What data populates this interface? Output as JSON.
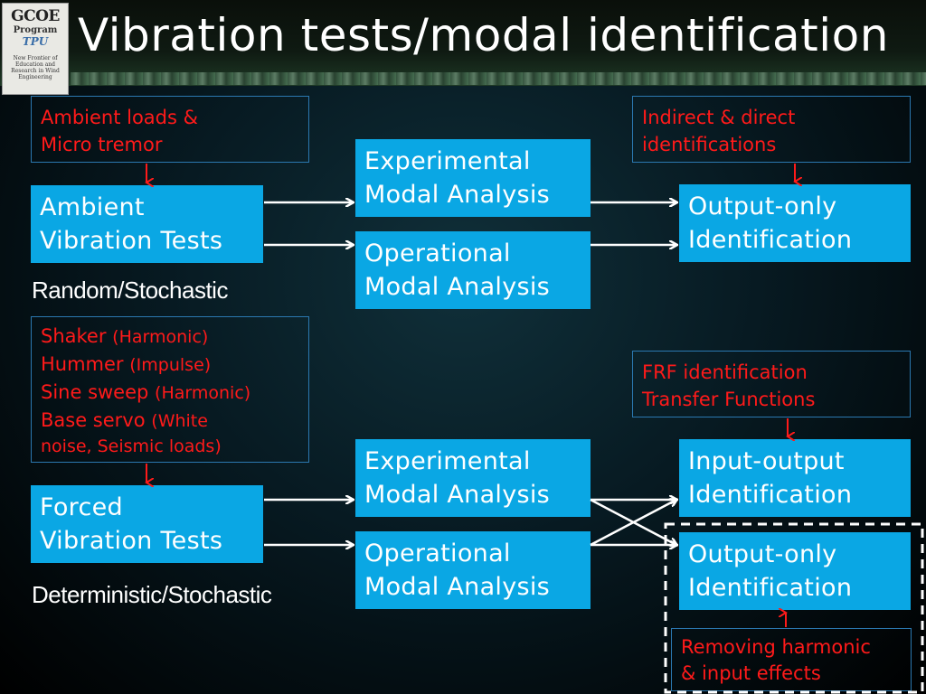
{
  "header": {
    "title": "Vibration tests/modal identification",
    "logo": {
      "line1": "GCOE",
      "line2": "Program",
      "line3": "TPU",
      "line4": "New Frontier of Education and Research in Wind Engineering"
    }
  },
  "top": {
    "note_left": [
      "Ambient loads &",
      "Micro tremor"
    ],
    "test_box": [
      "Ambient",
      "Vibration Tests"
    ],
    "caption": "Random/Stochastic",
    "ema": [
      "Experimental",
      "Modal Analysis"
    ],
    "oma": [
      "Operational",
      "Modal Analysis"
    ],
    "note_right": [
      "Indirect & direct",
      "identifications"
    ],
    "result": [
      "Output-only",
      "Identification"
    ]
  },
  "bottom": {
    "sources": [
      {
        "name": "Shaker",
        "detail": "(Harmonic)"
      },
      {
        "name": "Hummer",
        "detail": "(Impulse)"
      },
      {
        "name": "Sine sweep",
        "detail": "(Harmonic)"
      },
      {
        "name": "Base servo",
        "detail": "(White"
      }
    ],
    "sources_last_line": "noise, Seismic loads)",
    "test_box": [
      "Forced",
      "Vibration Tests"
    ],
    "caption": "Deterministic/Stochastic",
    "ema": [
      "Experimental",
      "Modal Analysis"
    ],
    "oma": [
      "Operational",
      "Modal Analysis"
    ],
    "note_right": [
      "FRF identification",
      "Transfer Functions"
    ],
    "result_io": [
      "Input-output",
      "Identification"
    ],
    "result_oo": [
      "Output-only",
      "Identification"
    ],
    "note_bottom": [
      "Removing harmonic",
      "& input effects"
    ]
  },
  "colors": {
    "box_fill": "#0aa7e4",
    "note_text": "#ff1a1a",
    "arrow_white": "#ffffff",
    "arrow_red": "#ff1a1a"
  }
}
